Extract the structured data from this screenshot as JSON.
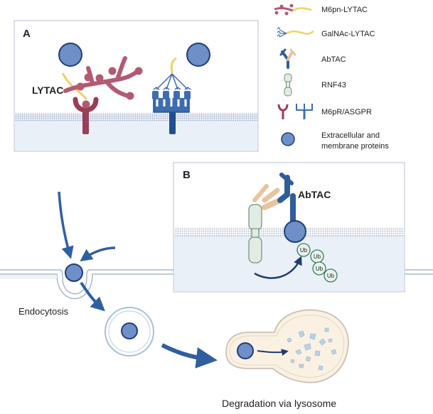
{
  "colors": {
    "membrane_dot": "#9aa6bd",
    "cytoplasm": "#e9f0f8",
    "protein_fill": "#6e8fc7",
    "protein_stroke": "#1f3d7a",
    "m6pr": "#9a3e58",
    "m6pn": "#b35a73",
    "ligand_yellow": "#f1d06a",
    "asgpr": "#3d6cb0",
    "abtac_dark": "#2f5d9a",
    "abtac_light": "#e8c39c",
    "rnf43_fill": "#e3ebe5",
    "rnf43_stroke": "#6f8f7c",
    "ub_fill": "#e7f3ec",
    "ub_stroke": "#3f7c5e",
    "arrow": "#2f5fa0",
    "lysosome_fill": "#fbf1e2",
    "lysosome_stroke": "#c9c0b3",
    "vesicle_stroke": "#a9c0d8"
  },
  "legend": {
    "items": [
      {
        "icon": "m6pn-lytac-icon",
        "label": "M6pn-LYTAC"
      },
      {
        "icon": "galnac-lytac-icon",
        "label": "GalNAc-LYTAC"
      },
      {
        "icon": "abtac-icon",
        "label": "AbTAC"
      },
      {
        "icon": "rnf43-icon",
        "label": "RNF43"
      },
      {
        "icon": "m6pr-asgpr-icon",
        "label": "M6pR/ASGPR"
      },
      {
        "icon": "protein-icon",
        "label_line1": "Extracellular and",
        "label_line2": "membrane proteins"
      }
    ]
  },
  "panel_a": {
    "letter": "A",
    "label": "LYTAC"
  },
  "panel_b": {
    "letter": "B",
    "label": "AbTAC",
    "ub_label": "Ub"
  },
  "pathway": {
    "endocytosis_label": "Endocytosis",
    "degradation_label": "Degradation via lysosome"
  }
}
